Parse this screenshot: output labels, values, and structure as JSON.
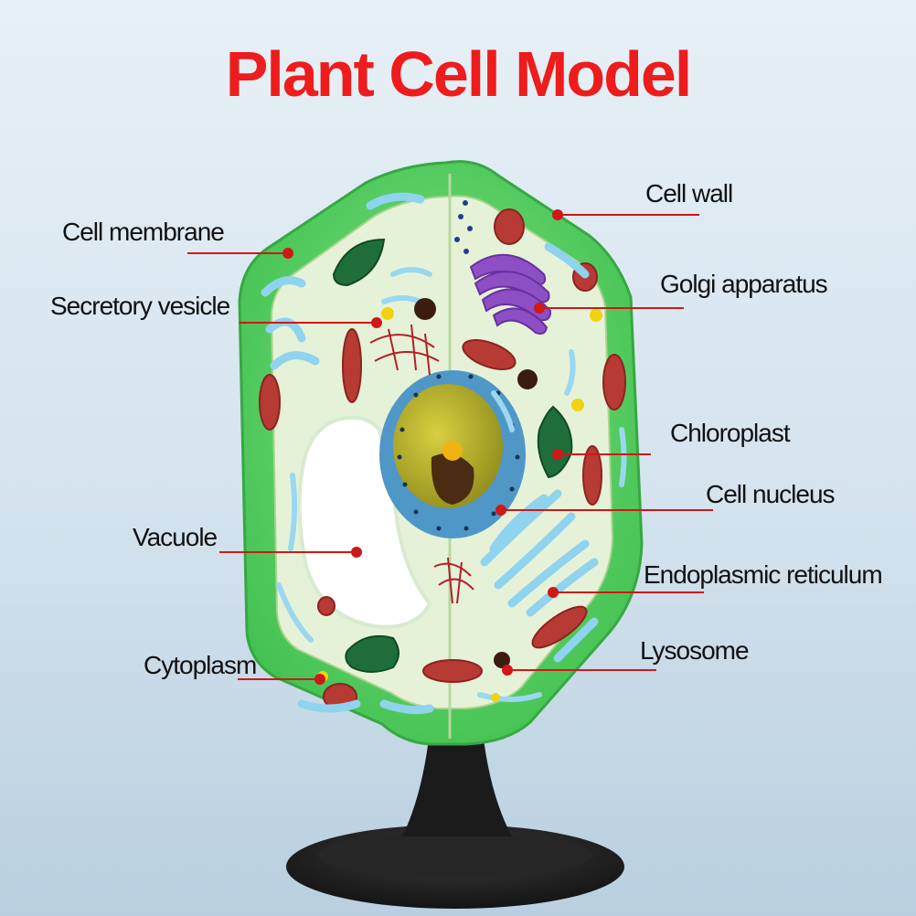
{
  "title": "Plant Cell Model",
  "colors": {
    "title": "#ee1c1c",
    "leader_line": "#d01818",
    "cell_wall": "#5fd46a",
    "cytoplasm": "#e6f2d8",
    "nucleus_envelope": "#4f97c7",
    "nucleoplasm": "#bfb52a",
    "vacuole": "#ffffff",
    "chloroplast": "#1f6e3a",
    "golgi": "#8c4fc4",
    "er": "#8fd3ef",
    "mitochondria": "#b83a34",
    "stand": "#1c1c1c"
  },
  "labels": {
    "cell_wall": "Cell wall",
    "cell_membrane": "Cell membrane",
    "golgi_apparatus": "Golgi apparatus",
    "secretory_vesicle": "Secretory vesicle",
    "chloroplast": "Chloroplast",
    "cell_nucleus": "Cell nucleus",
    "vacuole": "Vacuole",
    "endoplasmic_reticulum": "Endoplasmic reticulum",
    "lysosome": "Lysosome",
    "cytoplasm": "Cytoplasm"
  }
}
